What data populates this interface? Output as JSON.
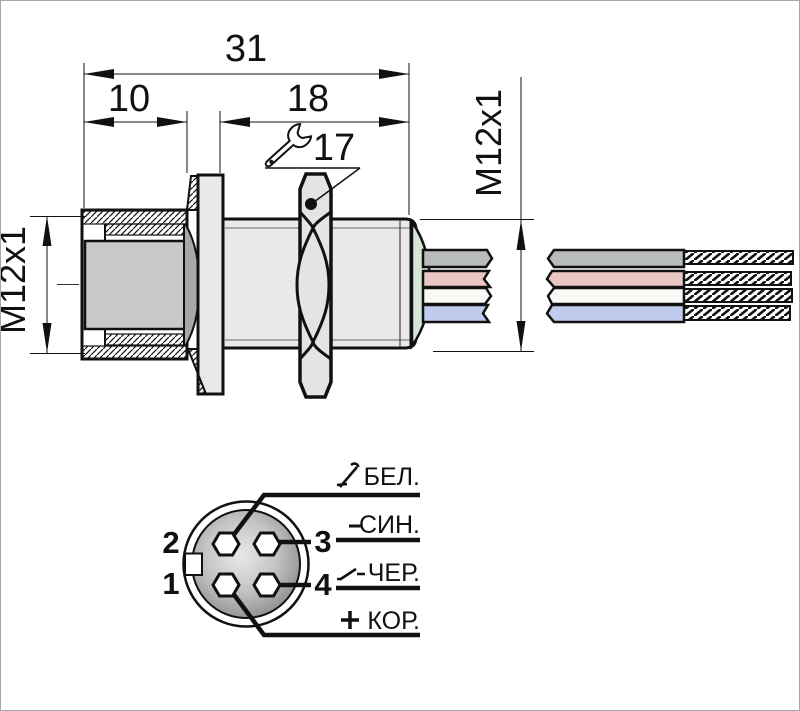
{
  "dimensions": {
    "overall_length": "31",
    "front_length": "10",
    "rear_length": "18",
    "wrench_size": "17",
    "thread_front": "M12x1",
    "thread_rear": "M12x1"
  },
  "colors": {
    "outline": "#111111",
    "body_fill": "#e9e9e9",
    "nut_fill": "#e4e4e4",
    "cavity_fill": "#c9c9c9",
    "seal_fill": "#a8a8a8",
    "gland_fill": "#d5e5d6",
    "wire_black": "#b9bdb9",
    "wire_brown": "#eac7c5",
    "wire_white": "#f8f8f5",
    "wire_blue": "#c0ccee"
  },
  "pinout": {
    "pins": [
      {
        "number": "1",
        "wire": "КОР.",
        "sign": "plus"
      },
      {
        "number": "2",
        "wire": "БЕЛ.",
        "sign": "switch-output"
      },
      {
        "number": "3",
        "wire": "СИН.",
        "sign": "minus"
      },
      {
        "number": "4",
        "wire": "ЧЕР.",
        "sign": "switch-output"
      }
    ]
  }
}
